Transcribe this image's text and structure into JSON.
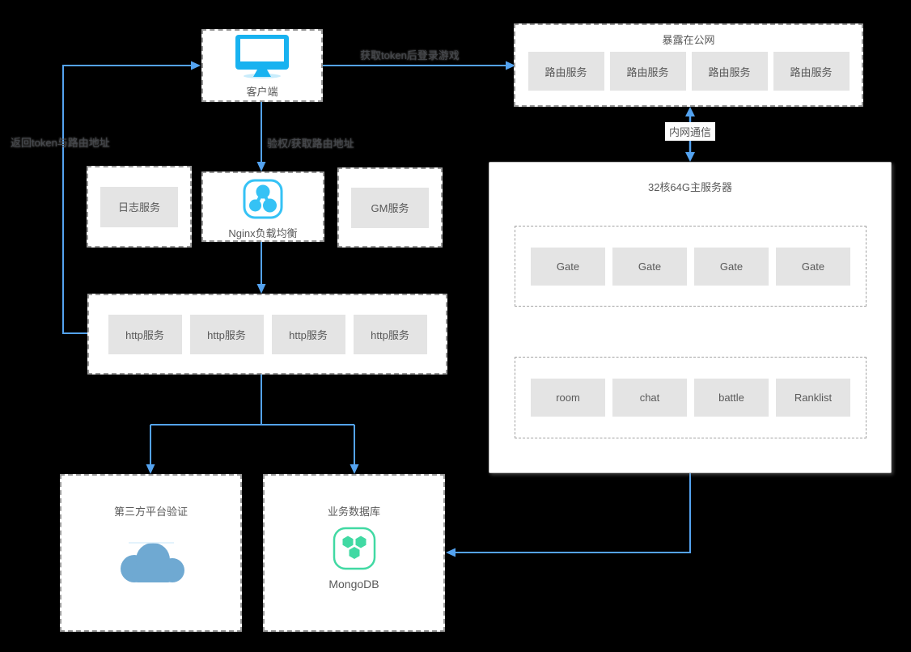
{
  "client": {
    "label": "客户端"
  },
  "public_network": {
    "title": "暴露在公网",
    "services": [
      "路由服务",
      "路由服务",
      "路由服务",
      "路由服务"
    ]
  },
  "middle": {
    "log": "日志服务",
    "nginx": "Nginx负载均衡",
    "gm": "GM服务"
  },
  "http_cluster": {
    "services": [
      "http服务",
      "http服务",
      "http服务",
      "http服务"
    ]
  },
  "main_server": {
    "title": "32核64G主服务器",
    "gates": [
      "Gate",
      "Gate",
      "Gate",
      "Gate"
    ],
    "logic_services": [
      "room",
      "chat",
      "battle",
      "Ranklist"
    ]
  },
  "third_party": {
    "title": "第三方平台验证"
  },
  "database": {
    "title": "业务数据库",
    "engine": "MongoDB"
  },
  "edge_labels": {
    "login": "获取token后登录游戏",
    "return_token": "返回token与路由地址",
    "auth": "验权/获取路由地址",
    "intranet": "内网通信"
  },
  "colors": {
    "arrow": "#54a3f0",
    "monitor_icon": "#18b2f0",
    "nginx_icon": "#35c2f5",
    "mongodb_icon": "#41d9a3",
    "cloud_icon": "#6fa9d2",
    "box_fill": "#e4e4e4",
    "text": "#595959"
  }
}
